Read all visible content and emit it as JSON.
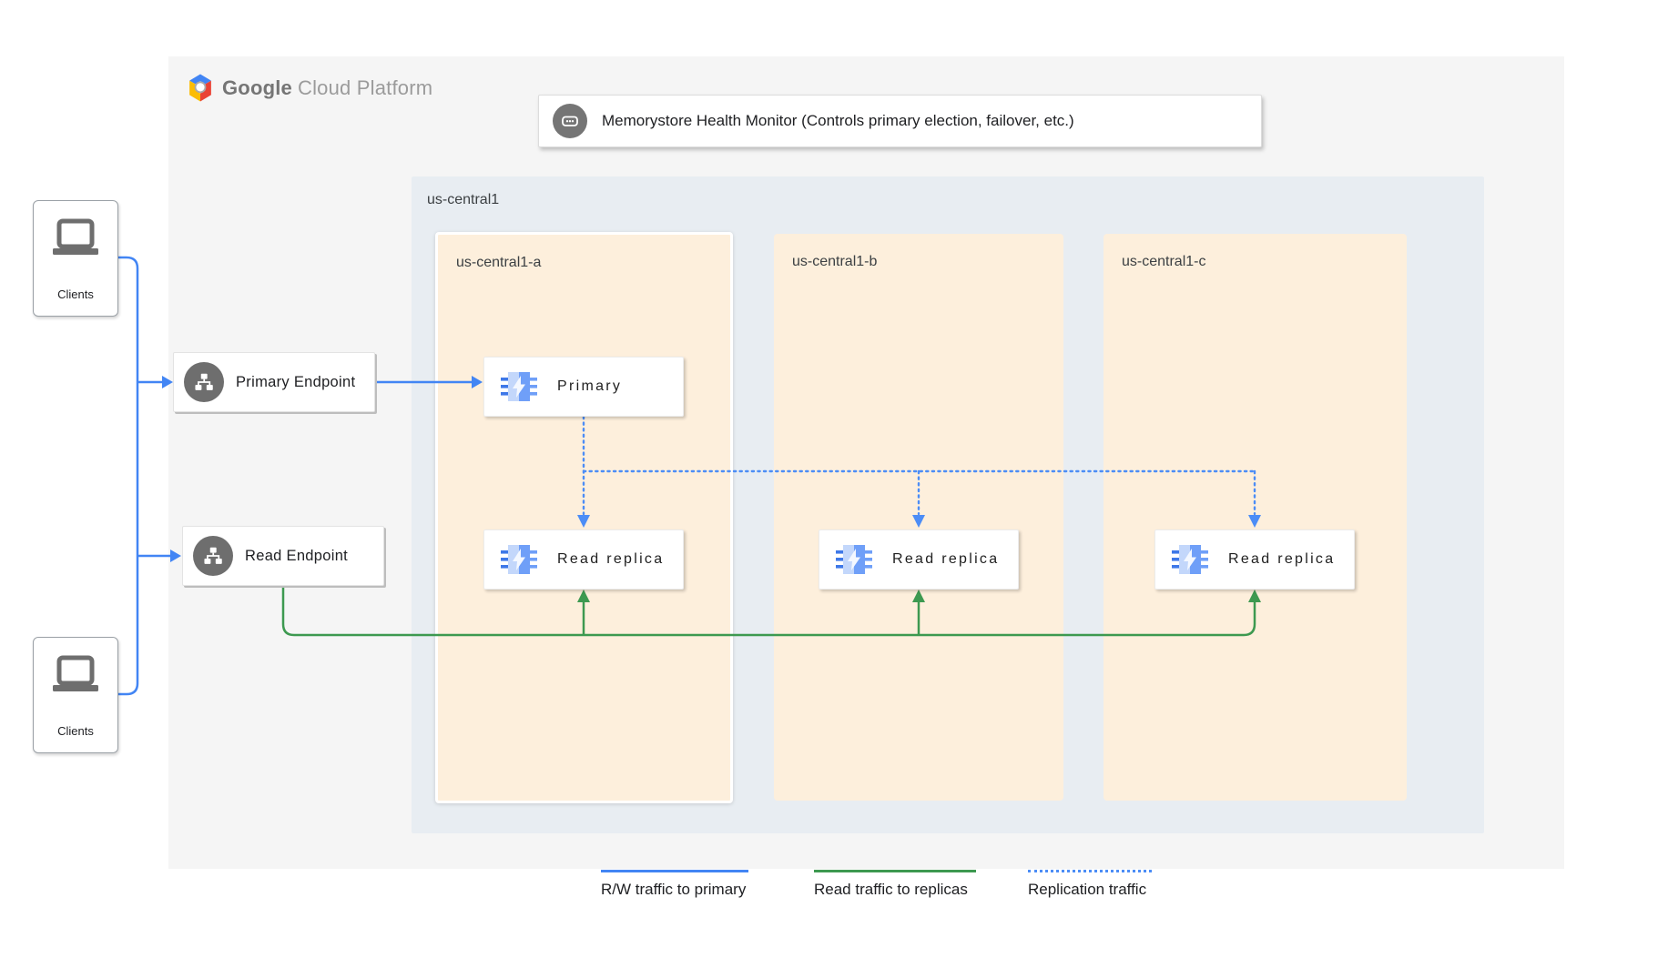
{
  "header": {
    "brand_bold": "Google",
    "brand_light": "Cloud Platform"
  },
  "health_monitor": {
    "label": "Memorystore Health Monitor (Controls primary election, failover, etc.)",
    "icon": "chat-dots-icon"
  },
  "clients_top": {
    "label": "Clients",
    "icon": "laptop-icon"
  },
  "clients_bottom": {
    "label": "Clients",
    "icon": "laptop-icon"
  },
  "endpoints": {
    "primary": {
      "label": "Primary Endpoint",
      "icon": "network-icon"
    },
    "read": {
      "label": "Read Endpoint",
      "icon": "network-icon"
    }
  },
  "region": {
    "label": "us-central1",
    "zones": [
      {
        "label": "us-central1-a",
        "nodes": [
          {
            "label": "Primary",
            "icon": "memorystore-icon"
          },
          {
            "label": "Read replica",
            "icon": "memorystore-icon"
          }
        ]
      },
      {
        "label": "us-central1-b",
        "nodes": [
          {
            "label": "Read replica",
            "icon": "memorystore-icon"
          }
        ]
      },
      {
        "label": "us-central1-c",
        "nodes": [
          {
            "label": "Read replica",
            "icon": "memorystore-icon"
          }
        ]
      }
    ]
  },
  "legend": [
    {
      "label": "R/W traffic to primary",
      "style": "solid",
      "color": "#4285f4"
    },
    {
      "label": "Read traffic to replicas",
      "style": "solid",
      "color": "#3d9950"
    },
    {
      "label": "Replication traffic",
      "style": "dotted",
      "color": "#4c8df6"
    }
  ],
  "colors": {
    "blue": "#4285f4",
    "green": "#3d9950",
    "replication_blue": "#4c8df6",
    "container_bg": "#f5f5f5",
    "region_bg": "#e8edf2",
    "zone_bg": "#fdefdc",
    "icon_gray": "#6e6e6e"
  }
}
